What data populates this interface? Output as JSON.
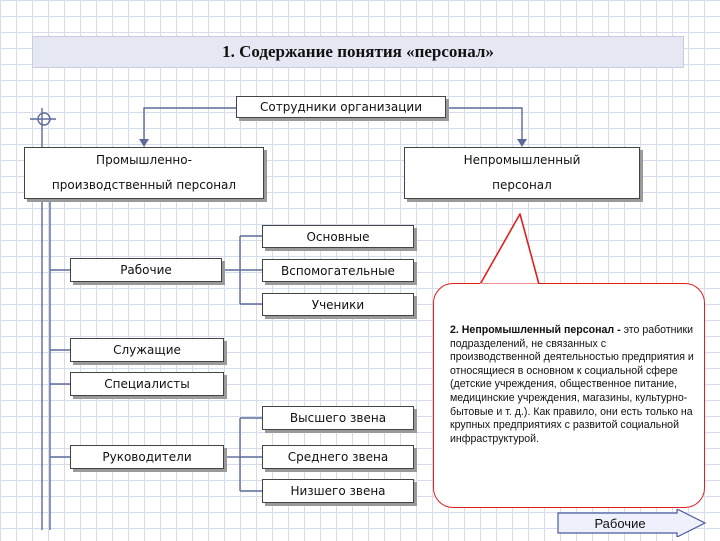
{
  "title": "1. Содержание понятия «персонал»",
  "nodes": {
    "root": "Сотрудники организации",
    "industrial_line1": "Промышленно-",
    "industrial_line2": "производственный персонал",
    "nonindustrial_line1": "Непромышленный",
    "nonindustrial_line2": "персонал",
    "workers": "Рабочие",
    "main": "Основные",
    "auxiliary": "Вспомогательные",
    "apprentices": "Ученики",
    "employees": "Служащие",
    "specialists": "Специалисты",
    "managers": "Руководители",
    "top_level": "Высшего звена",
    "middle_level": "Среднего звена",
    "lower_level": "Низшего звена"
  },
  "callout": {
    "heading": "2. Непромышленный персонал -",
    "body": " это работники подразделений, не связанных с производственной деятельностью предприятия и относящиеся в основном к социальной сфере (детские учреждения, общественное питание, медицинские учреждения, магазины, культурно-бытовые и т. д.). Как правило, они есть только на крупных предприятиях с развитой социальной инфраструктурой."
  },
  "nav_button": "Рабочие",
  "colors": {
    "grid": "#d6dcee",
    "title_bg": "#e5e7f3",
    "connector": "#5b6b9a",
    "callout_border": "#e02020",
    "button_fill": "#eef0fb",
    "button_border": "#4a5aa0"
  }
}
